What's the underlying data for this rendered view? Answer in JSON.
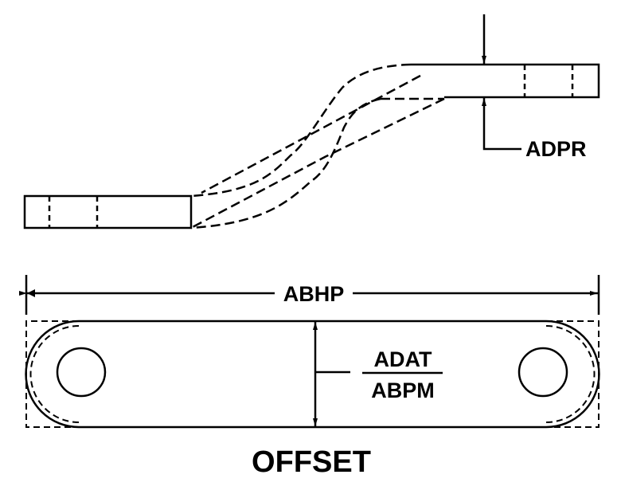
{
  "title": "OFFSET",
  "labels": {
    "thickness": "ADPR",
    "overall_length": "ABHP",
    "width_numerator": "ADAT",
    "width_denominator": "ABPM"
  },
  "colors": {
    "ink": "#000000",
    "background": "#ffffff"
  }
}
